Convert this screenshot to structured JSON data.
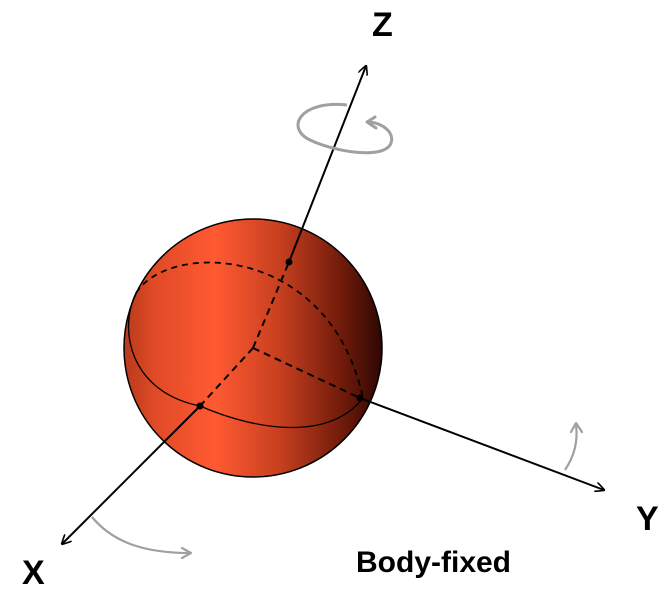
{
  "labels": {
    "z_axis": "Z",
    "y_axis": "Y",
    "x_axis": "X",
    "caption": "Body-fixed"
  },
  "colors": {
    "sphere_light": "#ff5a32",
    "sphere_dark": "#3a0a04",
    "axis": "#000000",
    "rotation_arrow": "#a0a0a0"
  }
}
